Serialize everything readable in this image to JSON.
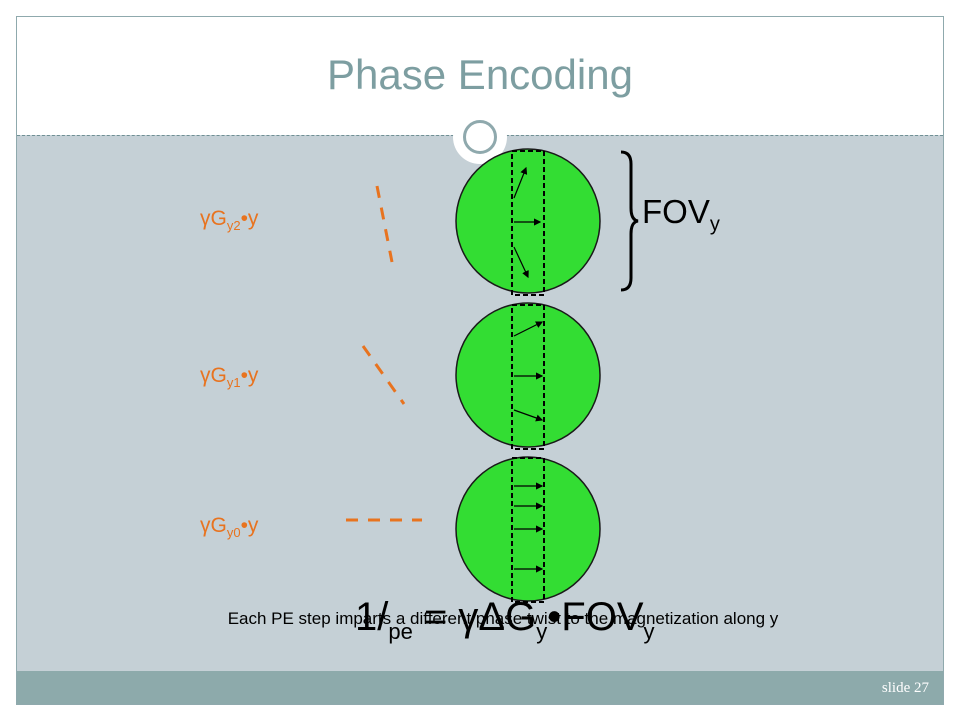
{
  "slide": {
    "title": "Phase Encoding",
    "slide_number": "slide 27"
  },
  "labels": {
    "gamma_g_y2": {
      "sym": "γ",
      "base": "G",
      "sub": "y2",
      "tail": "•y"
    },
    "gamma_g_y1": {
      "sym": "γ",
      "base": "G",
      "sub": "y1",
      "tail": "•y"
    },
    "gamma_g_y0": {
      "sym": "γ",
      "base": "G",
      "sub": "y0",
      "tail": "•y"
    },
    "fov": {
      "base": "FOV",
      "sub": "y"
    }
  },
  "formula": {
    "part1": "1/",
    "sub1": "pe",
    "part2": " = γΔG",
    "sub2": "y",
    "part3": "•FOV",
    "sub3": "y"
  },
  "caption": "Each PE step imparts a different phase twist to the magnetization along y",
  "colors": {
    "title": "#7d9ea1",
    "frame": "#8fa9ad",
    "content_bg": "#c5d0d6",
    "footer": "#8daaab",
    "circle_fill": "#33dd33",
    "gradient_lines": "#e8731f",
    "text": "#000000"
  }
}
